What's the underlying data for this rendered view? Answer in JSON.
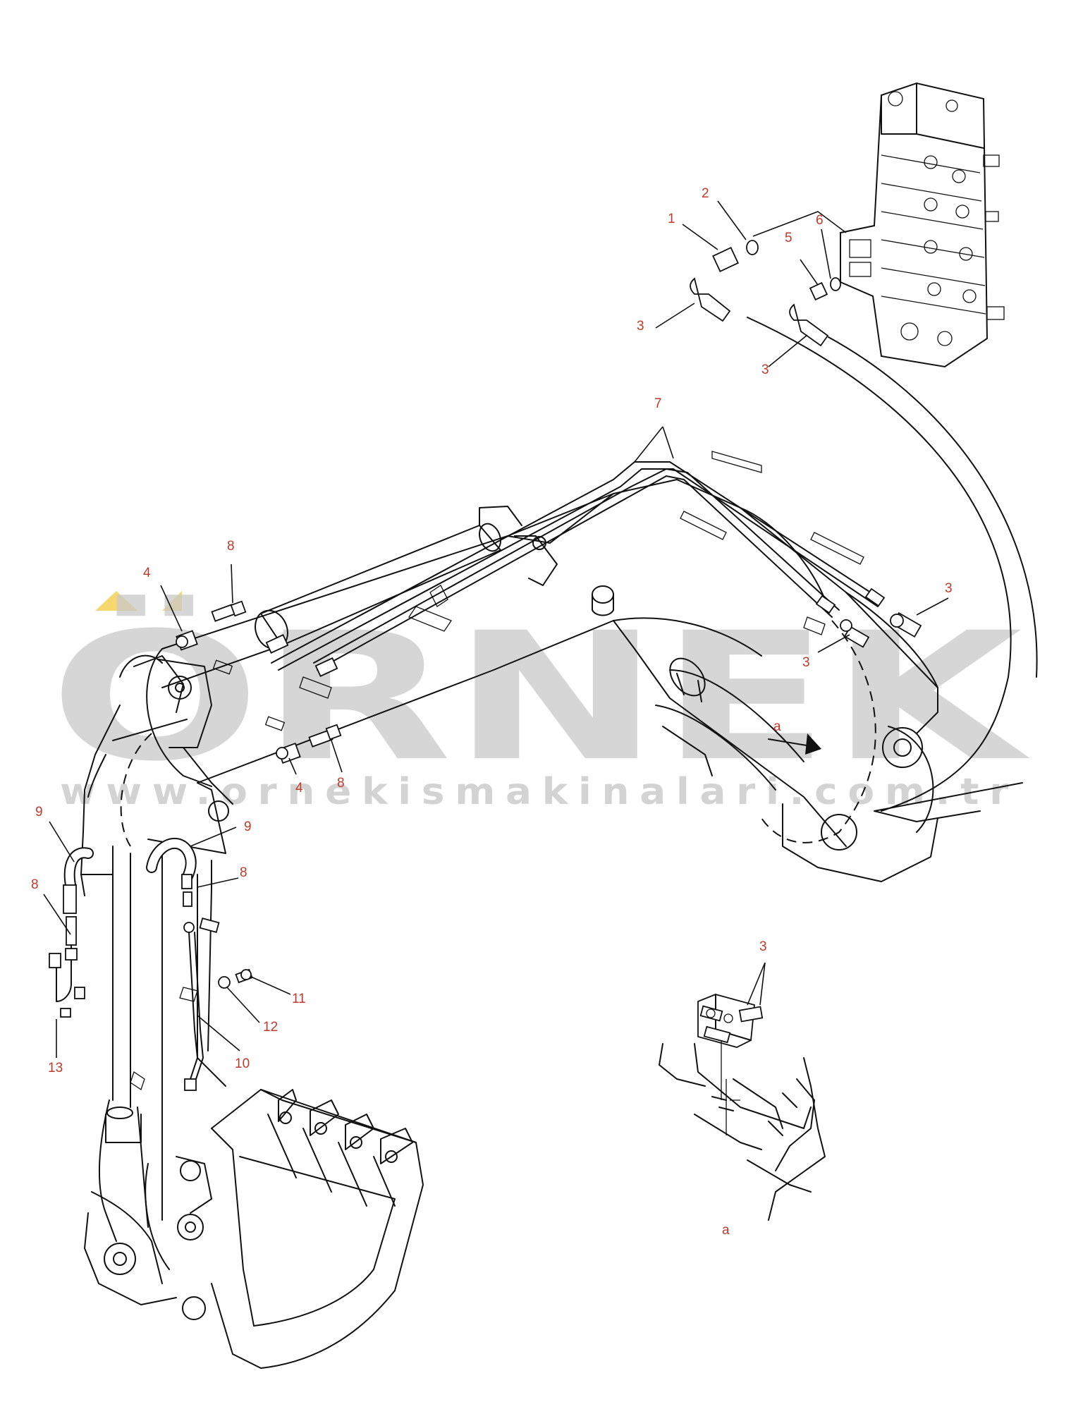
{
  "watermark": {
    "brand": "ÖRNEK",
    "url": "www.ornekismakinalari.com.tr",
    "accent_color": "#f5d76e",
    "text_color": "#c9c9c9"
  },
  "detail_view_label": "a",
  "detail_arrow_label": "a",
  "callouts": {
    "c1": "1",
    "c2": "2",
    "c3a": "3",
    "c3b": "3",
    "c3c": "3",
    "c3d": "3",
    "c3e": "3",
    "c4a": "4",
    "c4b": "4",
    "c5": "5",
    "c6": "6",
    "c7": "7",
    "c8a": "8",
    "c8b": "8",
    "c8c": "8",
    "c8d": "8",
    "c9a": "9",
    "c9b": "9",
    "c10": "10",
    "c11": "11",
    "c12": "12",
    "c13": "13"
  },
  "colors": {
    "label": "#c0392b",
    "line": "#111111"
  }
}
